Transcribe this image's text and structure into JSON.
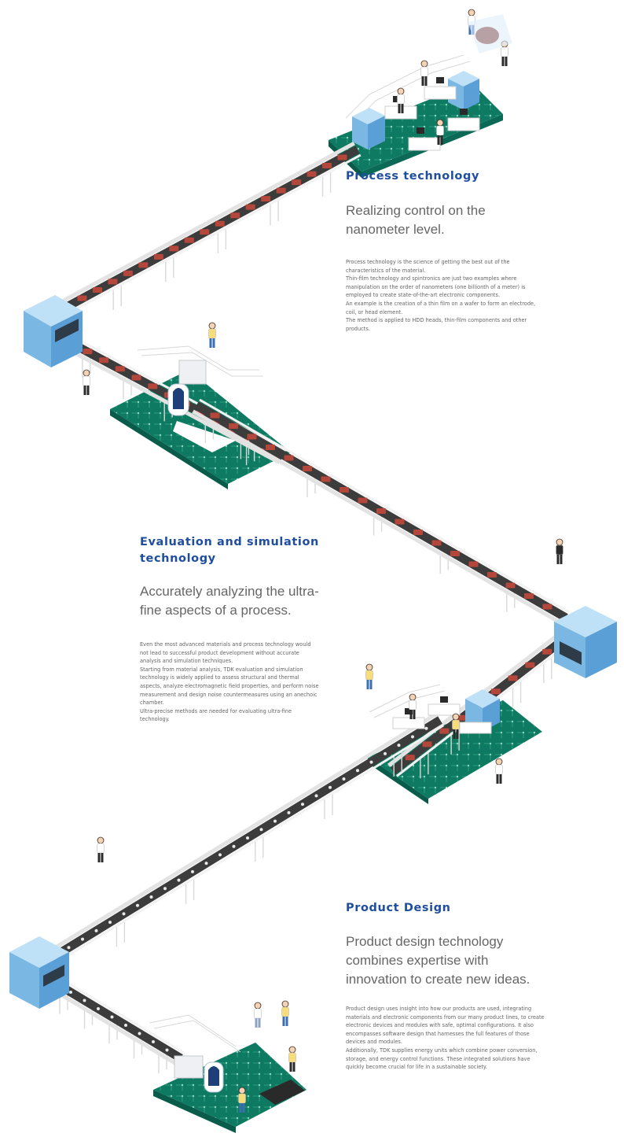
{
  "sections": {
    "process": {
      "title": "Process technology",
      "lead": "Realizing control on the nanometer level.",
      "body": [
        "Process technology is the science of getting the best out of the characteristics of the material.",
        "Thin-film technology and spintronics are just two examples where manipulation on the order of nanometers (one billionth of a meter) is employed to create state-of-the-art electronic components.",
        "An example is the creation of a thin film on a wafer to form an electrode, coil, or head element.",
        "The method is applied to HDD heads, thin-film components and other products."
      ]
    },
    "evaluation": {
      "title": "Evaluation and simulation technology",
      "lead": "Accurately analyzing the ultra-fine aspects of a process.",
      "body": [
        "Even the most advanced materials and process technology would not lead to successful product development without accurate analysis and simulation techniques.",
        "Starting from material analysis, TDK evaluation and simulation technology is widely applied to assess structural and thermal aspects, analyze electromagnetic field properties, and perform noise measurement and design noise countermeasures using an anechoic chamber.",
        "Ultra-precise methods are needed for evaluating ultra-fine technology."
      ]
    },
    "design": {
      "title": "Product Design",
      "lead": "Product design technology combines expertise with innovation to create new ideas.",
      "body": [
        "Product design uses insight into how our products are used, integrating materials and electronic components from our many product lines, to create electronic devices and modules with safe, optimal configurations. It also encompasses software design that harnesses the full features of those devices and modules.",
        "Additionally, TDK supplies energy units which combine power conversion, storage, and energy control functions. These integrated solutions have quickly become crucial for life in a sustainable society."
      ]
    }
  },
  "colors": {
    "heading": "#1f4ea0",
    "text": "#666666",
    "belt": "#3c3c3c",
    "belt_rail": "#e3e3e3",
    "block": "#b4473c",
    "machine_top": "#bfe1f7",
    "machine_front": "#7bb7e3",
    "machine_side": "#5a9fd6",
    "board": "#0e7a62",
    "board_edge": "#0a5c4a"
  }
}
